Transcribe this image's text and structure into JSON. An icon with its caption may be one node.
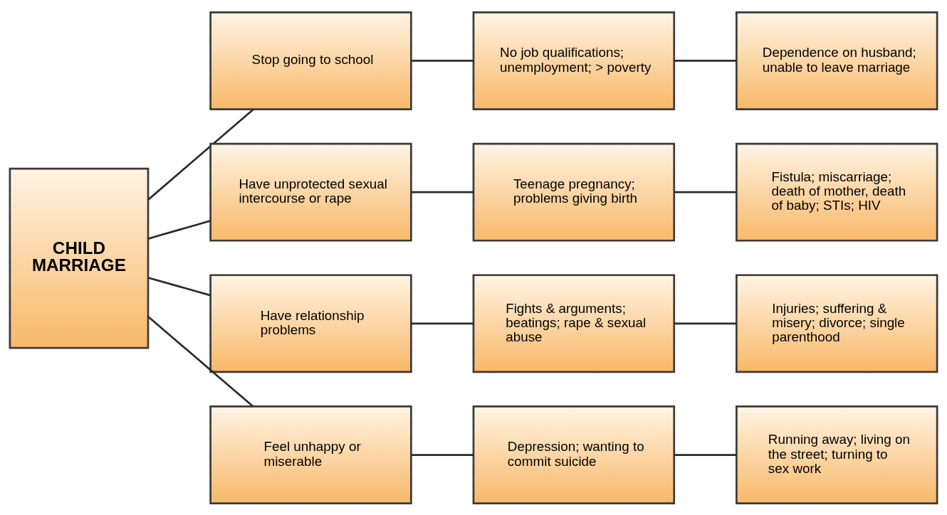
{
  "diagram": {
    "nodes": [
      {
        "text": [
          "CHILD MARRIAGE"
        ]
      },
      {
        "text": [
          "Stop going to school"
        ]
      },
      {
        "text": [
          "No job qualifications; unemployment; > poverty"
        ]
      },
      {
        "text": [
          "Dependence on husband; unable to leave marriage"
        ]
      },
      {
        "text": [
          "Have unprotected sexual intercourse or rape"
        ]
      },
      {
        "text": [
          "Teenage pregnancy; problems giving birth"
        ]
      },
      {
        "text": [
          "Fistula; miscarriage; death of mother, death of baby; STIs; HIV"
        ]
      },
      {
        "text": [
          "Have relationship problems"
        ]
      },
      {
        "text": [
          "Fights & arguments; beatings; rape & sexual abuse"
        ]
      },
      {
        "text": [
          "Injuries; suffering & misery; divorce; single parenthood"
        ]
      },
      {
        "text": [
          "Feel unhappy or miserable"
        ]
      },
      {
        "text": [
          "Depression; wanting to commit suicide"
        ]
      },
      {
        "text": [
          "Running away; living on the street; turning to sex work"
        ]
      }
    ],
    "edges": [
      {
        "from": 0,
        "to": 1,
        "arrow": "none"
      },
      {
        "from": 1,
        "to": 2,
        "arrow": "none"
      },
      {
        "from": 2,
        "to": 3,
        "arrow": "none"
      },
      {
        "from": 0,
        "to": 4,
        "arrow": "none"
      },
      {
        "from": 4,
        "to": 5,
        "arrow": "none"
      },
      {
        "from": 5,
        "to": 6,
        "arrow": "none"
      },
      {
        "from": 0,
        "to": 7,
        "arrow": "none"
      },
      {
        "from": 7,
        "to": 8,
        "arrow": "none"
      },
      {
        "from": 8,
        "to": 9,
        "arrow": "none"
      },
      {
        "from": 0,
        "to": 10,
        "arrow": "none"
      },
      {
        "from": 10,
        "to": 11,
        "arrow": "none"
      },
      {
        "from": 11,
        "to": 12,
        "arrow": "none"
      }
    ]
  }
}
